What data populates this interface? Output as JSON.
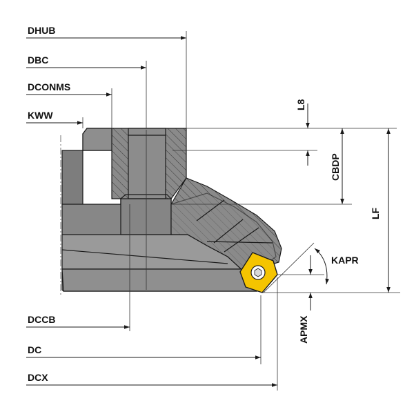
{
  "labels": {
    "dhub": "DHUB",
    "dbc": "DBC",
    "dconms": "DCONMS",
    "kww": "KWW",
    "l8": "L8",
    "cbdp": "CBDP",
    "lf": "LF",
    "kapr": "KAPR",
    "apmx": "APMX",
    "dccb": "DCCB",
    "dc": "DC",
    "dcx": "DCX"
  },
  "colors": {
    "body_dark": "#7a7a7a",
    "body_mid": "#8e8e8e",
    "body_light": "#a2a2a2",
    "insert": "#f5c400",
    "line": "#1a1a1a"
  }
}
